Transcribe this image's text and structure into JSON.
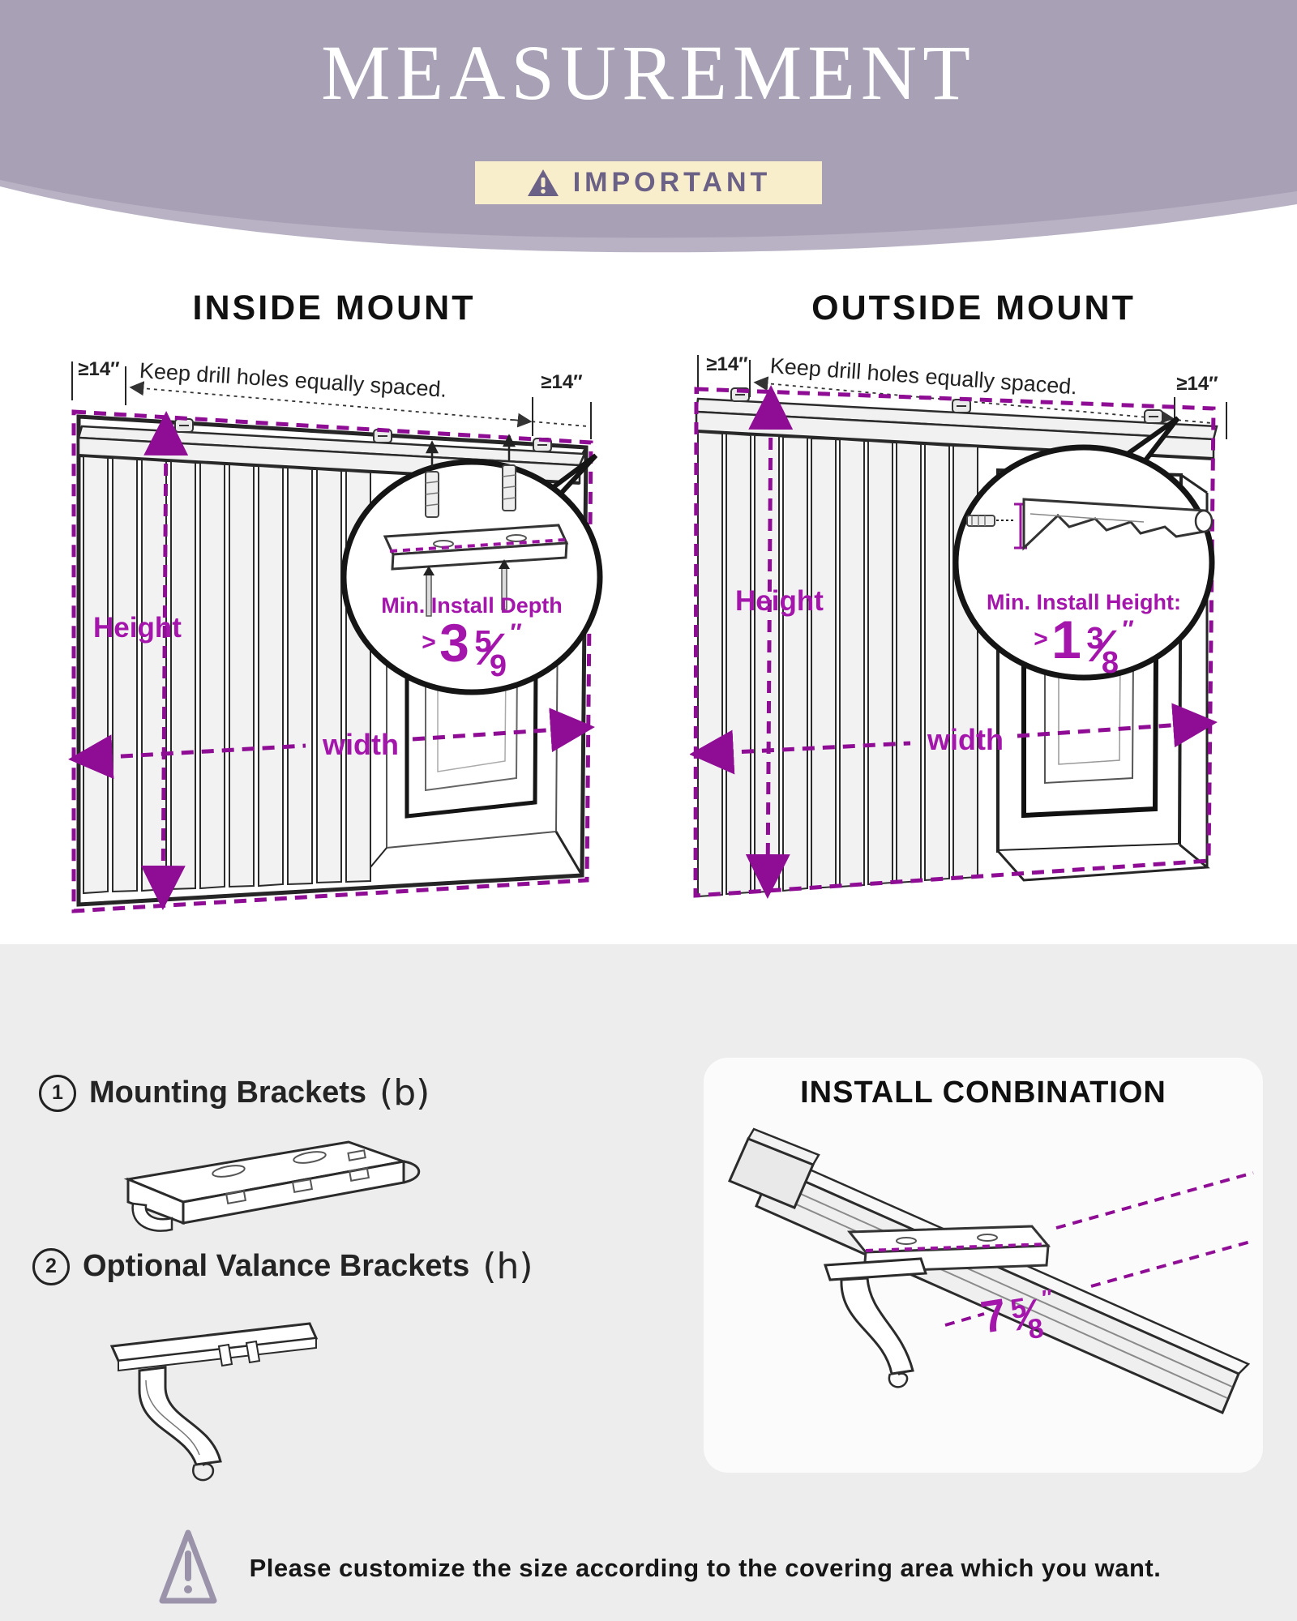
{
  "colors": {
    "header_bg": "#a8a1b5",
    "header_band": "#b9b2c5",
    "badge_bg": "#f8eecb",
    "badge_text": "#6b6187",
    "accent_dash": "#8f0d95",
    "accent_text": "#a315ab",
    "section_bg": "#ededed",
    "panel_bg": "#fbfbfb",
    "ink": "#1f1f1f",
    "footer_icon": "#9a93aa"
  },
  "header": {
    "title": "MEASUREMENT",
    "badge_label": "IMPORTANT"
  },
  "inside_mount": {
    "heading": "INSIDE MOUNT",
    "gap_left": "≥14″",
    "gap_right": "≥14″",
    "drill_note": "Keep drill holes equally spaced.",
    "height_label": "Height",
    "width_label": "width",
    "callout": {
      "title": "Min. Install Depth",
      "gt": ">",
      "whole": "3",
      "numerator": "5",
      "slash": "⁄",
      "denominator": "9",
      "unit": "″"
    }
  },
  "outside_mount": {
    "heading": "OUTSIDE MOUNT",
    "gap_left": "≥14″",
    "gap_right": "≥14″",
    "drill_note": "Keep drill holes equally spaced.",
    "height_label": "Height",
    "width_label": "width",
    "callout": {
      "title": "Min. Install Height:",
      "gt": ">",
      "whole": "1",
      "numerator": "3",
      "slash": "⁄",
      "denominator": "8",
      "unit": "″"
    }
  },
  "parts": [
    {
      "number": "1",
      "label": "Mounting Brackets",
      "code": "(b)"
    },
    {
      "number": "2",
      "label": "Optional Valance Brackets",
      "code": "(h)"
    }
  ],
  "install": {
    "heading": "INSTALL CONBINATION",
    "size": {
      "whole": "7",
      "numerator": "5",
      "slash": "⁄",
      "denominator": "8",
      "unit": "″"
    }
  },
  "footer": {
    "note": "Please customize the size according to the covering area which you want."
  }
}
